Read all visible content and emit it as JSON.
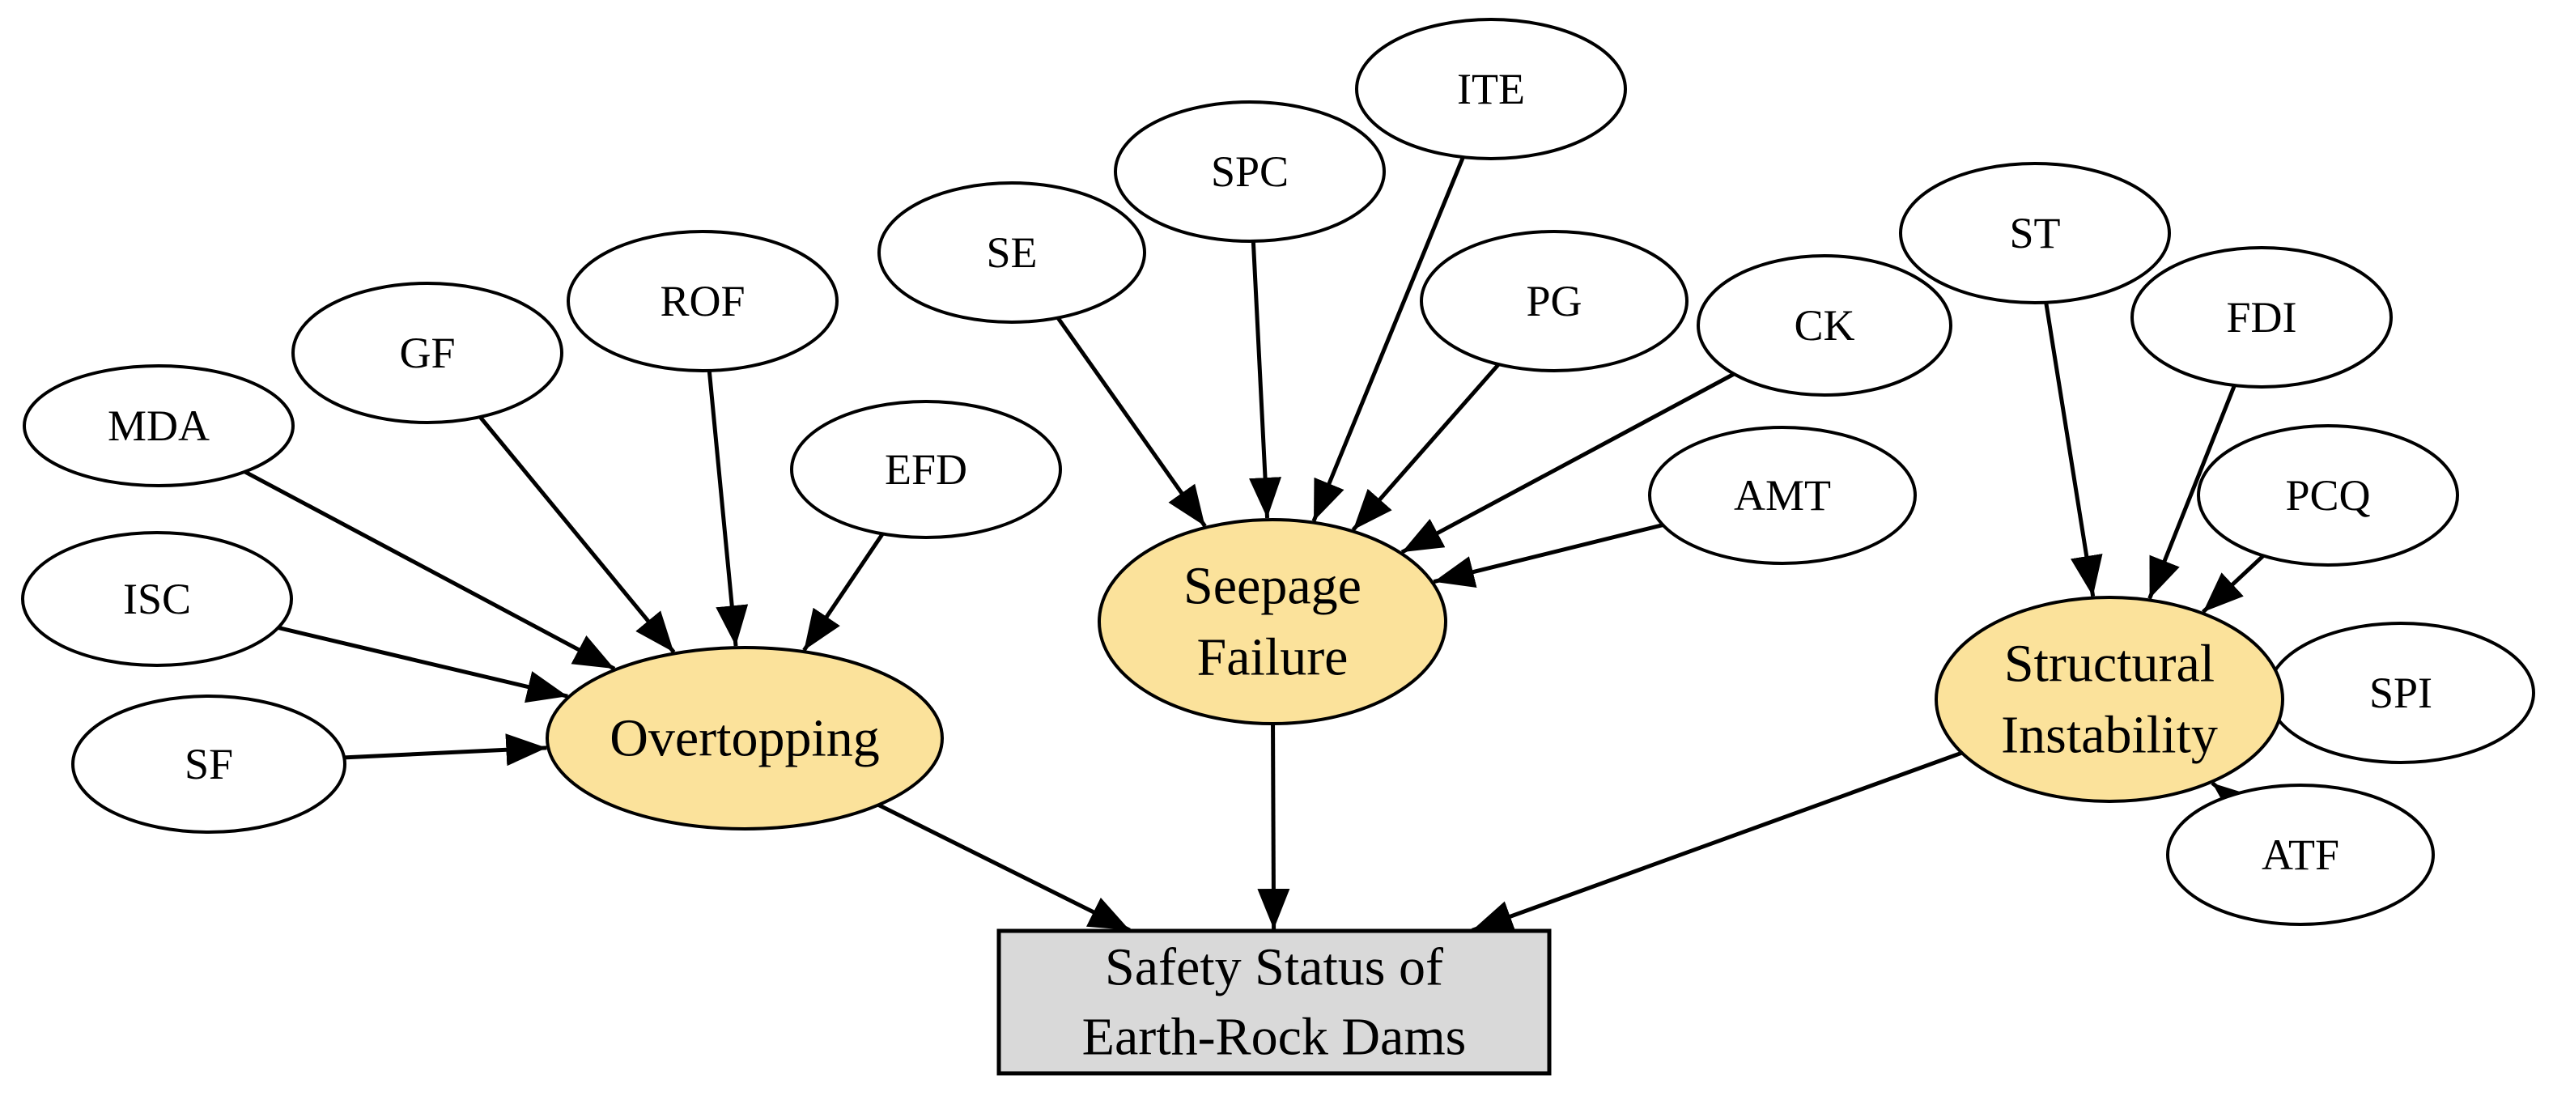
{
  "colors": {
    "factor_fill": "#ffffff",
    "failure_mode_fill": "#fbe29b",
    "outcome_fill": "#d9d9d9",
    "stroke": "#000000"
  },
  "outcome": {
    "id": "safety",
    "lines": [
      "Safety Status of",
      "Earth-Rock Dams"
    ]
  },
  "failure_modes": [
    {
      "id": "overtopping",
      "lines": [
        "Overtopping"
      ]
    },
    {
      "id": "seepage",
      "lines": [
        "Seepage",
        "Failure"
      ]
    },
    {
      "id": "structural",
      "lines": [
        "Structural",
        "Instability"
      ]
    }
  ],
  "factors": [
    {
      "id": "mda",
      "label": "MDA"
    },
    {
      "id": "gf",
      "label": "GF"
    },
    {
      "id": "rof",
      "label": "ROF"
    },
    {
      "id": "efd",
      "label": "EFD"
    },
    {
      "id": "isc",
      "label": "ISC"
    },
    {
      "id": "sf",
      "label": "SF"
    },
    {
      "id": "se",
      "label": "SE"
    },
    {
      "id": "spc",
      "label": "SPC"
    },
    {
      "id": "ite",
      "label": "ITE"
    },
    {
      "id": "pg",
      "label": "PG"
    },
    {
      "id": "ck",
      "label": "CK"
    },
    {
      "id": "amt",
      "label": "AMT"
    },
    {
      "id": "st",
      "label": "ST"
    },
    {
      "id": "fdi",
      "label": "FDI"
    },
    {
      "id": "pcq",
      "label": "PCQ"
    },
    {
      "id": "spi",
      "label": "SPI"
    },
    {
      "id": "atf",
      "label": "ATF"
    }
  ],
  "edges": [
    [
      "mda",
      "overtopping"
    ],
    [
      "gf",
      "overtopping"
    ],
    [
      "rof",
      "overtopping"
    ],
    [
      "efd",
      "overtopping"
    ],
    [
      "isc",
      "overtopping"
    ],
    [
      "sf",
      "overtopping"
    ],
    [
      "se",
      "seepage"
    ],
    [
      "spc",
      "seepage"
    ],
    [
      "ite",
      "seepage"
    ],
    [
      "pg",
      "seepage"
    ],
    [
      "ck",
      "seepage"
    ],
    [
      "amt",
      "seepage"
    ],
    [
      "st",
      "structural"
    ],
    [
      "fdi",
      "structural"
    ],
    [
      "pcq",
      "structural"
    ],
    [
      "spi",
      "structural"
    ],
    [
      "atf",
      "structural"
    ],
    [
      "overtopping",
      "safety"
    ],
    [
      "seepage",
      "safety"
    ],
    [
      "structural",
      "safety"
    ]
  ]
}
